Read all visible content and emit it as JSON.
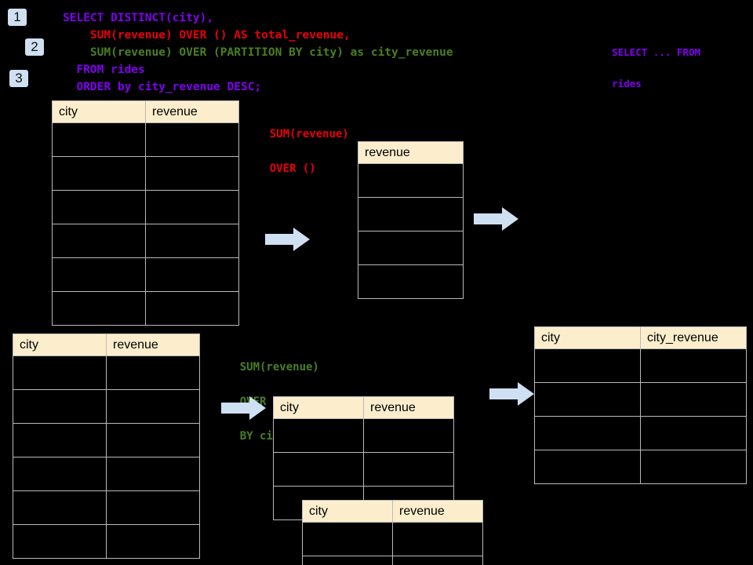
{
  "theme": {
    "background": "#000000",
    "badge_bg": "#cfe0f2",
    "header_bg": "#fceecd",
    "border": "#b9b9b9",
    "arrow_fill": "#cfe0f2",
    "keyword_purple": "#8000f0",
    "over_red": "#e8000b",
    "partition_green": "#4a7f23"
  },
  "badges": [
    {
      "label": "1"
    },
    {
      "label": "2"
    },
    {
      "label": "3"
    }
  ],
  "sql": {
    "line1": "SELECT DISTINCT(city),",
    "line2": "    SUM(revenue) OVER () AS total_revenue,",
    "line3": "    SUM(revenue) OVER (PARTITION BY city) as city_revenue",
    "line4": "  FROM rides",
    "line5": "  ORDER by city_revenue DESC;"
  },
  "side_note": {
    "line1": "SELECT ... FROM",
    "line2": "rides"
  },
  "annotations": {
    "total_revenue": {
      "line1": "SUM(revenue)",
      "line2": "OVER ()"
    },
    "city_revenue": {
      "line1": "SUM(revenue)",
      "line2": "OVER (PARTITION",
      "line3": "BY city)"
    }
  },
  "tables": {
    "source_top": {
      "headers": [
        "city",
        "revenue"
      ],
      "row_count": 6
    },
    "revenue_agg": {
      "headers": [
        "revenue"
      ],
      "row_count": 4
    },
    "source_bottom": {
      "headers": [
        "city",
        "revenue"
      ],
      "row_count": 6
    },
    "partition_back": {
      "headers": [
        "city",
        "revenue"
      ],
      "row_count": 3
    },
    "partition_front": {
      "headers": [
        "city",
        "revenue"
      ],
      "row_count": 2
    },
    "result": {
      "headers": [
        "city",
        "city_revenue"
      ],
      "row_count": 4
    }
  },
  "arrows": {
    "a1_label": "arrow-source-to-revenue",
    "a2_label": "arrow-revenue-to-result",
    "a3_label": "arrow-source-to-partition",
    "a4_label": "arrow-partition-to-result"
  }
}
